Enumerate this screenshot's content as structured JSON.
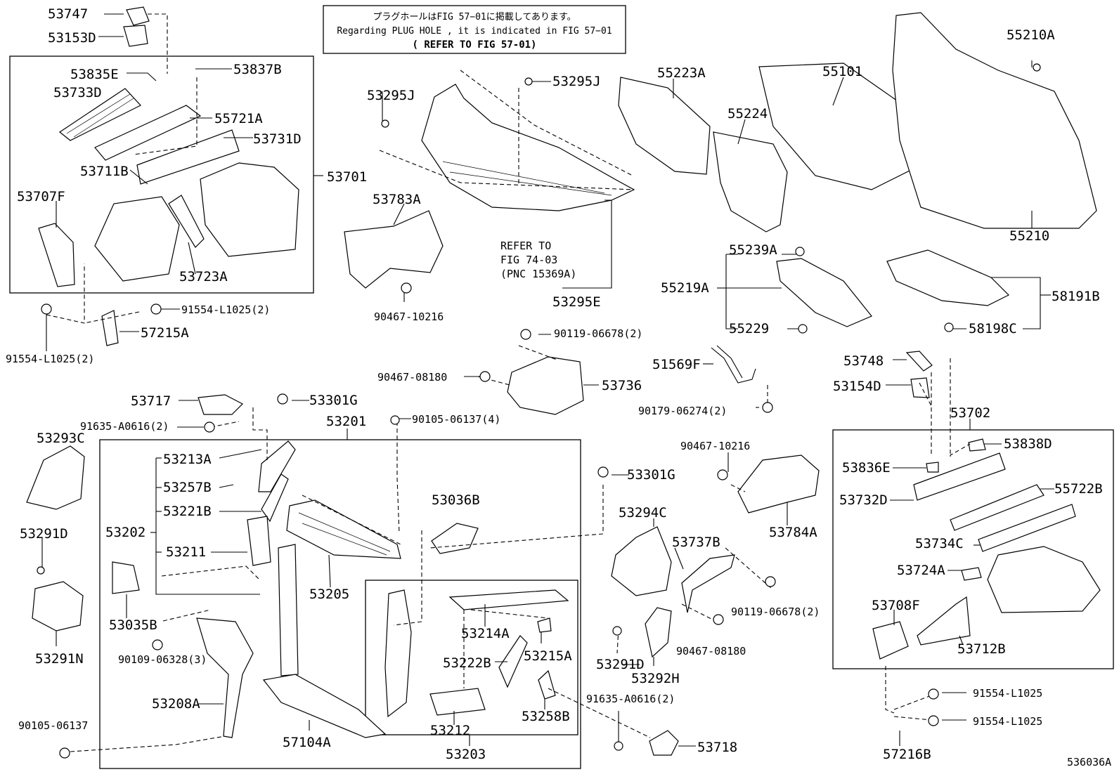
{
  "note": {
    "line1": "プラグホールはFIG 57−01に掲載してあります。",
    "line2": "Regarding  PLUG HOLE , it is indicated in FIG  57−01",
    "line3": "( REFER TO FIG 57-01)"
  },
  "refer_note": {
    "line1": "REFER TO",
    "line2": "FIG 74-03",
    "line3": "(PNC 15369A)"
  },
  "diagram_id": "536036A",
  "labels": {
    "p53747": "53747",
    "p53153D": "53153D",
    "p53835E": "53835E",
    "p53837B": "53837B",
    "p53733D": "53733D",
    "p55721A": "55721A",
    "p53731D": "53731D",
    "p53711B": "53711B",
    "p53701": "53701",
    "p53707F": "53707F",
    "p53723A": "53723A",
    "p91554_a": "91554-L1025(2)",
    "p91554_b": "91554-L1025(2)",
    "p57215A": "57215A",
    "p53295J_a": "53295J",
    "p53295J_b": "53295J",
    "p53783A": "53783A",
    "p90467_10216_a": "90467-10216",
    "p53295E": "53295E",
    "p55223A": "55223A",
    "p55224": "55224",
    "p55101": "55101",
    "p55210A": "55210A",
    "p55210": "55210",
    "p55239A": "55239A",
    "p55219A": "55219A",
    "p55229": "55229",
    "p58191B": "58191B",
    "p58198C": "58198C",
    "p90119_a": "90119-06678(2)",
    "p90467_08180_a": "90467-08180",
    "p53736": "53736",
    "p51569F": "51569F",
    "p90179": "90179-06274(2)",
    "p53748": "53748",
    "p53154D": "53154D",
    "p53702": "53702",
    "p53717": "53717",
    "p53301G_a": "53301G",
    "p91635_a": "91635-A0616(2)",
    "p90105_4": "90105-06137(4)",
    "p53201": "53201",
    "p53293C": "53293C",
    "p53213A": "53213A",
    "p53257B": "53257B",
    "p53221B": "53221B",
    "p53202": "53202",
    "p53211": "53211",
    "p53036B": "53036B",
    "p53205": "53205",
    "p53291D_a": "53291D",
    "p53291N": "53291N",
    "p53035B": "53035B",
    "p90109": "90109-06328(3)",
    "p53208A": "53208A",
    "p90105_single": "90105-06137",
    "p57104A": "57104A",
    "p53214A": "53214A",
    "p53215A": "53215A",
    "p53222B": "53222B",
    "p53212": "53212",
    "p53258B": "53258B",
    "p53203": "53203",
    "p53301G_b": "53301G",
    "p53294C": "53294C",
    "p53737B": "53737B",
    "p90119_b": "90119-06678(2)",
    "p90467_08180_b": "90467-08180",
    "p53291D_b": "53291D",
    "p53292H": "53292H",
    "p91635_b": "91635-A0616(2)",
    "p53718": "53718",
    "p90467_10216_b": "90467-10216",
    "p53784A": "53784A",
    "p53838D": "53838D",
    "p53836E": "53836E",
    "p53732D": "53732D",
    "p55722B": "55722B",
    "p53734C": "53734C",
    "p53724A": "53724A",
    "p53708F": "53708F",
    "p53712B": "53712B",
    "p91554_c": "91554-L1025",
    "p91554_d": "91554-L1025",
    "p57216B": "57216B"
  }
}
